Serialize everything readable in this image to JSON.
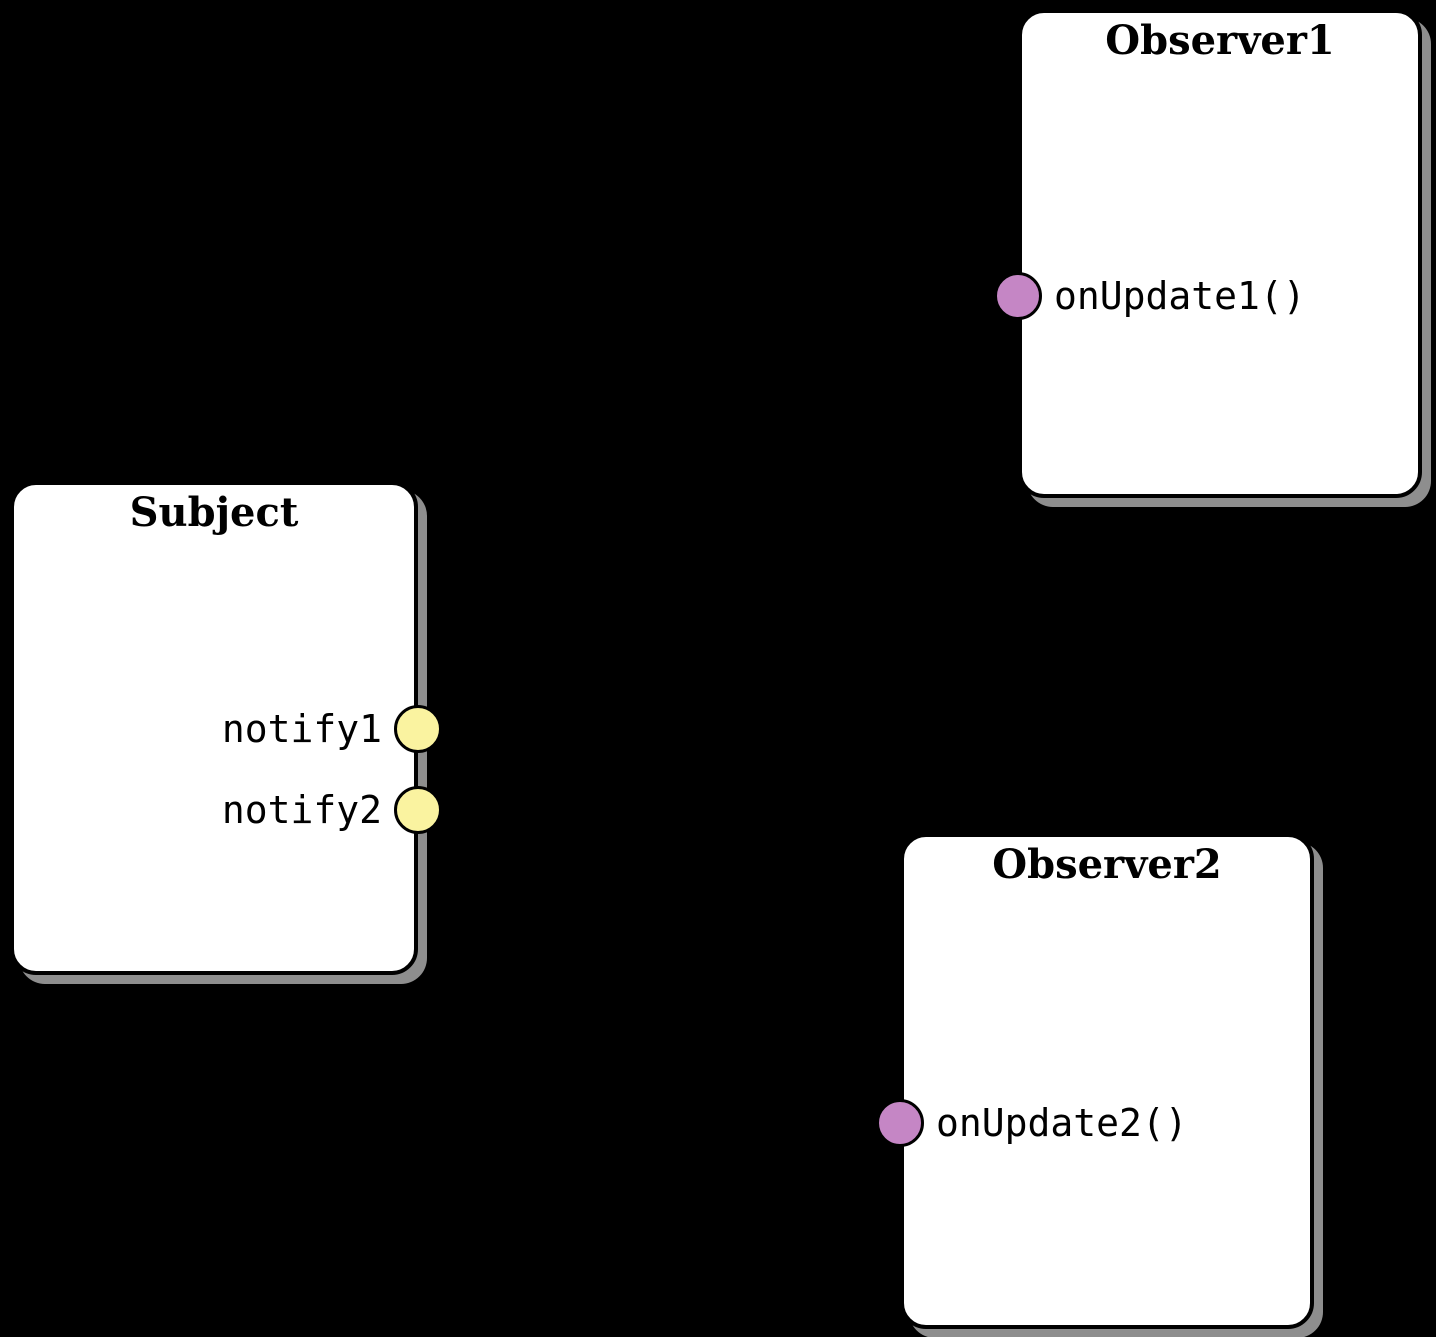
{
  "background_color": "#000000",
  "colors": {
    "node_fill": "#ffffff",
    "node_border": "#000000",
    "node_shadow": "#8e8e8e",
    "provided_port": "#c586c5",
    "required_port": "#faf3a0"
  },
  "nodes": [
    {
      "id": "observer1",
      "title": "Observer1",
      "ports": [
        {
          "label": "onUpdate1()",
          "side": "left",
          "color": "#c586c5"
        }
      ]
    },
    {
      "id": "subject",
      "title": "Subject",
      "ports": [
        {
          "label": "notify1",
          "side": "right",
          "color": "#faf3a0"
        },
        {
          "label": "notify2",
          "side": "right",
          "color": "#faf3a0"
        }
      ]
    },
    {
      "id": "observer2",
      "title": "Observer2",
      "ports": [
        {
          "label": "onUpdate2()",
          "side": "left",
          "color": "#c586c5"
        }
      ]
    }
  ]
}
